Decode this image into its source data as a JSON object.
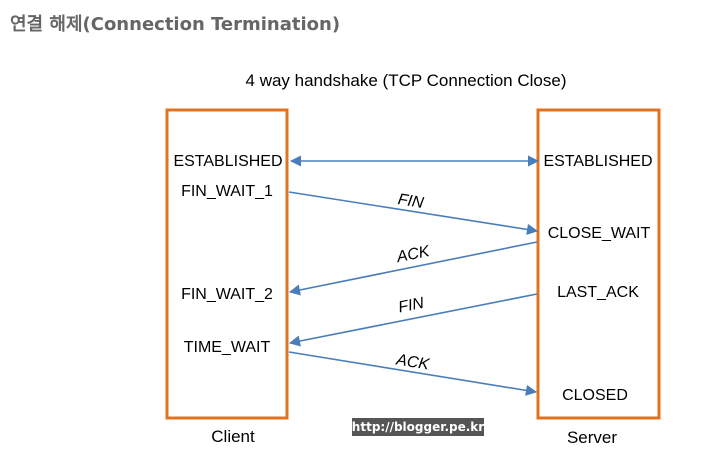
{
  "heading": "연결 해제(Connection Termination)",
  "title": "4 way handshake (TCP Connection Close)",
  "client": {
    "label": "Client",
    "states": [
      "ESTABLISHED",
      "FIN_WAIT_1",
      "FIN_WAIT_2",
      "TIME_WAIT"
    ]
  },
  "server": {
    "label": "Server",
    "states": [
      "ESTABLISHED",
      "CLOSE_WAIT",
      "LAST_ACK",
      "CLOSED"
    ]
  },
  "messages": [
    "FIN",
    "ACK",
    "FIN",
    "ACK"
  ],
  "watermark": "http://blogger.pe.kr",
  "colors": {
    "box_border": "#e07320",
    "arrow": "#4a7ebb",
    "heading": "#666666"
  }
}
